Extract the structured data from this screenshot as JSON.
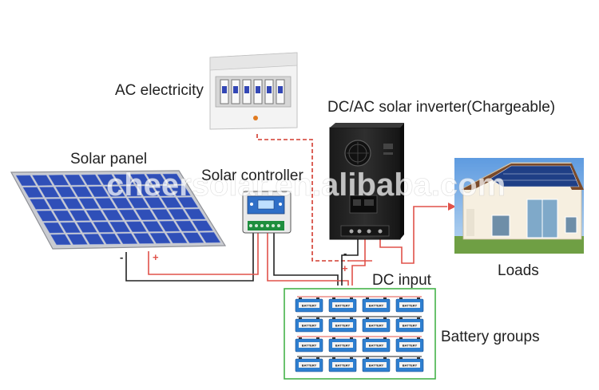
{
  "labels": {
    "ac_electricity": "AC electricity",
    "inverter": "DC/AC solar inverter(Chargeable)",
    "solar_panel": "Solar panel",
    "solar_controller": "Solar controller",
    "loads": "Loads",
    "dc_input": "DC input",
    "battery_groups": "Battery groups"
  },
  "watermark": "cheersolar.en.alibaba.com",
  "polarity": {
    "panel_negative": "-",
    "panel_positive": "+",
    "battery_negative": "-",
    "battery_positive": "+"
  },
  "battery_label": "BATTERY",
  "battery_bank": {
    "rows": 4,
    "columns": 4
  },
  "colors": {
    "positive_wire": "#e0524a",
    "negative_wire": "#222222",
    "ac_wire": "#d23a2f",
    "battery_frame": "#45b34a",
    "battery_cell": "#2e7fd0",
    "panel_cell": "#2f4fb8"
  }
}
